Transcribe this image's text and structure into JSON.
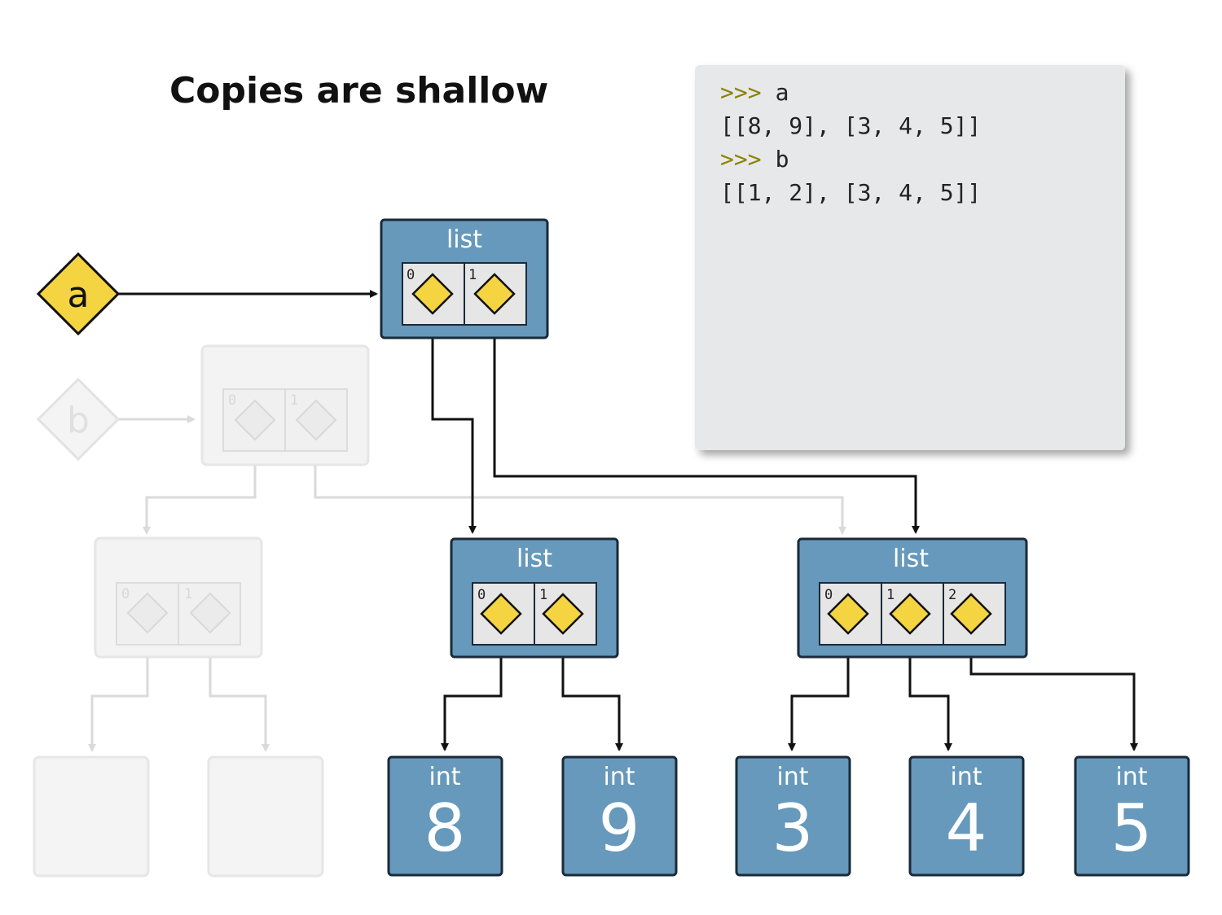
{
  "title": "Copies are shallow",
  "terminal": {
    "lines": [
      {
        "prompt": ">>>",
        "text": "a"
      },
      {
        "prompt": "",
        "text": "[[8, 9], [3, 4, 5]]"
      },
      {
        "prompt": ">>>",
        "text": "b"
      },
      {
        "prompt": "",
        "text": "[[1, 2], [3, 4, 5]]"
      }
    ]
  },
  "labels": {
    "list_type": "list",
    "int_type": "int",
    "var_a": "a",
    "var_b": "b"
  },
  "indices": [
    "0",
    "1",
    "2"
  ],
  "ints": [
    "8",
    "9",
    "3",
    "4",
    "5"
  ],
  "colors": {
    "box_fill": "#6699bb",
    "box_stroke": "#1a2a3a",
    "ref_fill": "#f5d442",
    "faded": "#e8e8e8",
    "prompt": "#8a8300"
  }
}
